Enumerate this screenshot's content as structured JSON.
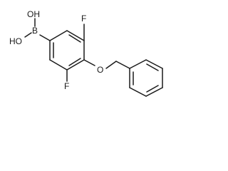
{
  "molecule": {
    "atoms": {
      "hydroxyl_top": "OH",
      "boron": "B",
      "hydroxyl_bottom": "HO",
      "fluorine_top": "F",
      "fluorine_bottom": "F",
      "ether_oxygen": "O"
    }
  }
}
